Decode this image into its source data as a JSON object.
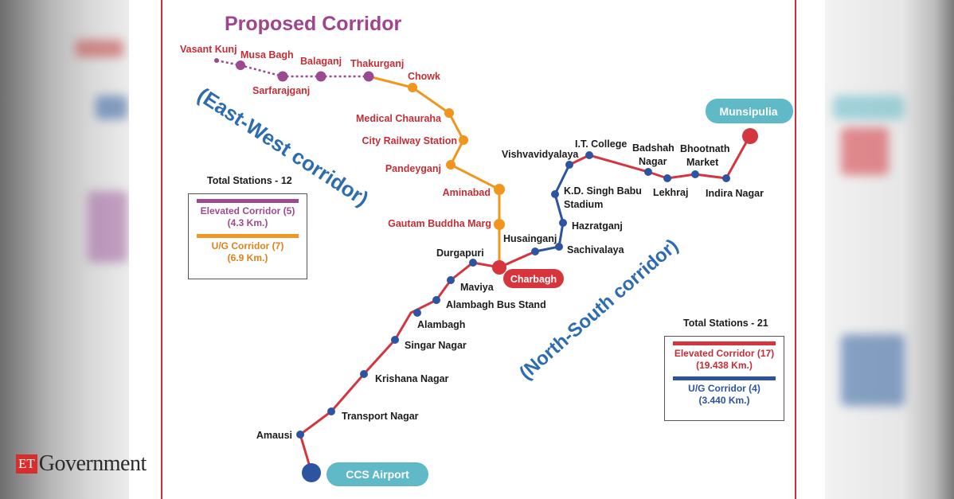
{
  "title": "Proposed Corridor",
  "east_west": {
    "corridor_label": "(East-West corridor)",
    "total_stations": "Total Stations - 12",
    "legend": [
      {
        "label": "Elevated Corridor (5)",
        "detail": "(4.3 Km.)",
        "color": "#9b4a91"
      },
      {
        "label": "U/G Corridor (7)",
        "detail": "(6.9 Km.)",
        "color": "#f0961e"
      }
    ],
    "stations": [
      "Vasant Kunj",
      "Musa Bagh",
      "Sarfarajganj",
      "Balaganj",
      "Thakurganj",
      "Chowk",
      "Medical Chauraha",
      "City Railway Station",
      "Pandeyganj",
      "Aminabad",
      "Gautam Buddha Marg"
    ]
  },
  "north_south": {
    "corridor_label": "(North-South corridor)",
    "total_stations": "Total Stations - 21",
    "legend": [
      {
        "label": "Elevated Corridor (17)",
        "detail": "(19.438 Km.)",
        "color": "#d3363e"
      },
      {
        "label": "U/G Corridor (4)",
        "detail": "(3.440 Km.)",
        "color": "#2c54a0"
      }
    ],
    "stations": [
      "Amausi",
      "Transport Nagar",
      "Krishana Nagar",
      "Singar Nagar",
      "Alambagh",
      "Alambagh Bus Stand",
      "Maviya",
      "Durgapuri",
      "Husainganj",
      "Sachivalaya",
      "Hazratganj",
      "K.D. Singh Babu Stadium",
      "Vishvavidyalaya",
      "I.T. College",
      "Badshah Nagar",
      "Lekhraj",
      "Bhootnath Market",
      "Indira Nagar"
    ],
    "terminals": {
      "south": "CCS Airport",
      "north": "Munsipulia"
    },
    "interchange": "Charbagh"
  },
  "watermark": {
    "brand_box": "ET",
    "brand_text": "Government"
  },
  "colors": {
    "ew_elevated": "#9b4a91",
    "ew_ug": "#f0961e",
    "ns_elevated": "#d3363e",
    "ns_ug": "#2c54a0",
    "terminal_pill": "#5fb9c6",
    "interchange": "#d8343c",
    "corridor_text": "#2d6cb0",
    "title_text": "#a0448e"
  }
}
